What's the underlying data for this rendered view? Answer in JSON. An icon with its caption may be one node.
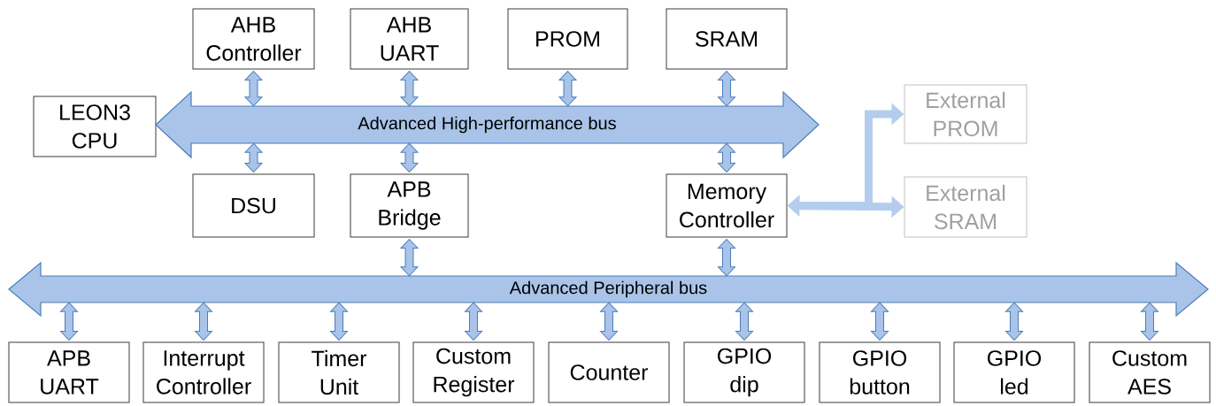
{
  "diagram": {
    "nodes": [
      {
        "text": [
          "AHB Controller"
        ]
      },
      {
        "text": [
          "AHB UART"
        ]
      },
      {
        "text": [
          "PROM"
        ]
      },
      {
        "text": [
          "SRAM"
        ]
      },
      {
        "text": [
          "LEON3 CPU"
        ]
      },
      {
        "text": [
          "Advanced High-performance bus"
        ]
      },
      {
        "text": [
          "External PROM"
        ]
      },
      {
        "text": [
          "DSU"
        ]
      },
      {
        "text": [
          "APB Bridge"
        ]
      },
      {
        "text": [
          "Memory Controller"
        ]
      },
      {
        "text": [
          "External SRAM"
        ]
      },
      {
        "text": [
          "Advanced Peripheral bus"
        ]
      },
      {
        "text": [
          "APB UART"
        ]
      },
      {
        "text": [
          "Interrupt Controller"
        ]
      },
      {
        "text": [
          "Timer Unit"
        ]
      },
      {
        "text": [
          "Custom Register"
        ]
      },
      {
        "text": [
          "Counter"
        ]
      },
      {
        "text": [
          "GPIO dip"
        ]
      },
      {
        "text": [
          "GPIO button"
        ]
      },
      {
        "text": [
          "GPIO led"
        ]
      },
      {
        "text": [
          "Custom AES"
        ]
      }
    ],
    "edges": [
      {
        "from": 0,
        "to": 5,
        "arrow": "both"
      },
      {
        "from": 1,
        "to": 5,
        "arrow": "both"
      },
      {
        "from": 2,
        "to": 5,
        "arrow": "both"
      },
      {
        "from": 3,
        "to": 5,
        "arrow": "both"
      },
      {
        "from": 5,
        "to": 7,
        "arrow": "both"
      },
      {
        "from": 5,
        "to": 8,
        "arrow": "both"
      },
      {
        "from": 5,
        "to": 9,
        "arrow": "both"
      },
      {
        "from": 9,
        "to": 6,
        "arrow": "to",
        "color": "#b4cdec"
      },
      {
        "from": 9,
        "to": 10,
        "arrow": "both",
        "color": "#b4cdec"
      },
      {
        "from": 8,
        "to": 11,
        "arrow": "both"
      },
      {
        "from": 9,
        "to": 11,
        "arrow": "both"
      },
      {
        "from": 11,
        "to": 12,
        "arrow": "both"
      },
      {
        "from": 11,
        "to": 13,
        "arrow": "both"
      },
      {
        "from": 11,
        "to": 14,
        "arrow": "both"
      },
      {
        "from": 11,
        "to": 15,
        "arrow": "both"
      },
      {
        "from": 11,
        "to": 16,
        "arrow": "both"
      },
      {
        "from": 11,
        "to": 17,
        "arrow": "both"
      },
      {
        "from": 11,
        "to": 18,
        "arrow": "both"
      },
      {
        "from": 11,
        "to": 19,
        "arrow": "both"
      },
      {
        "from": 11,
        "to": 20,
        "arrow": "both"
      }
    ]
  }
}
